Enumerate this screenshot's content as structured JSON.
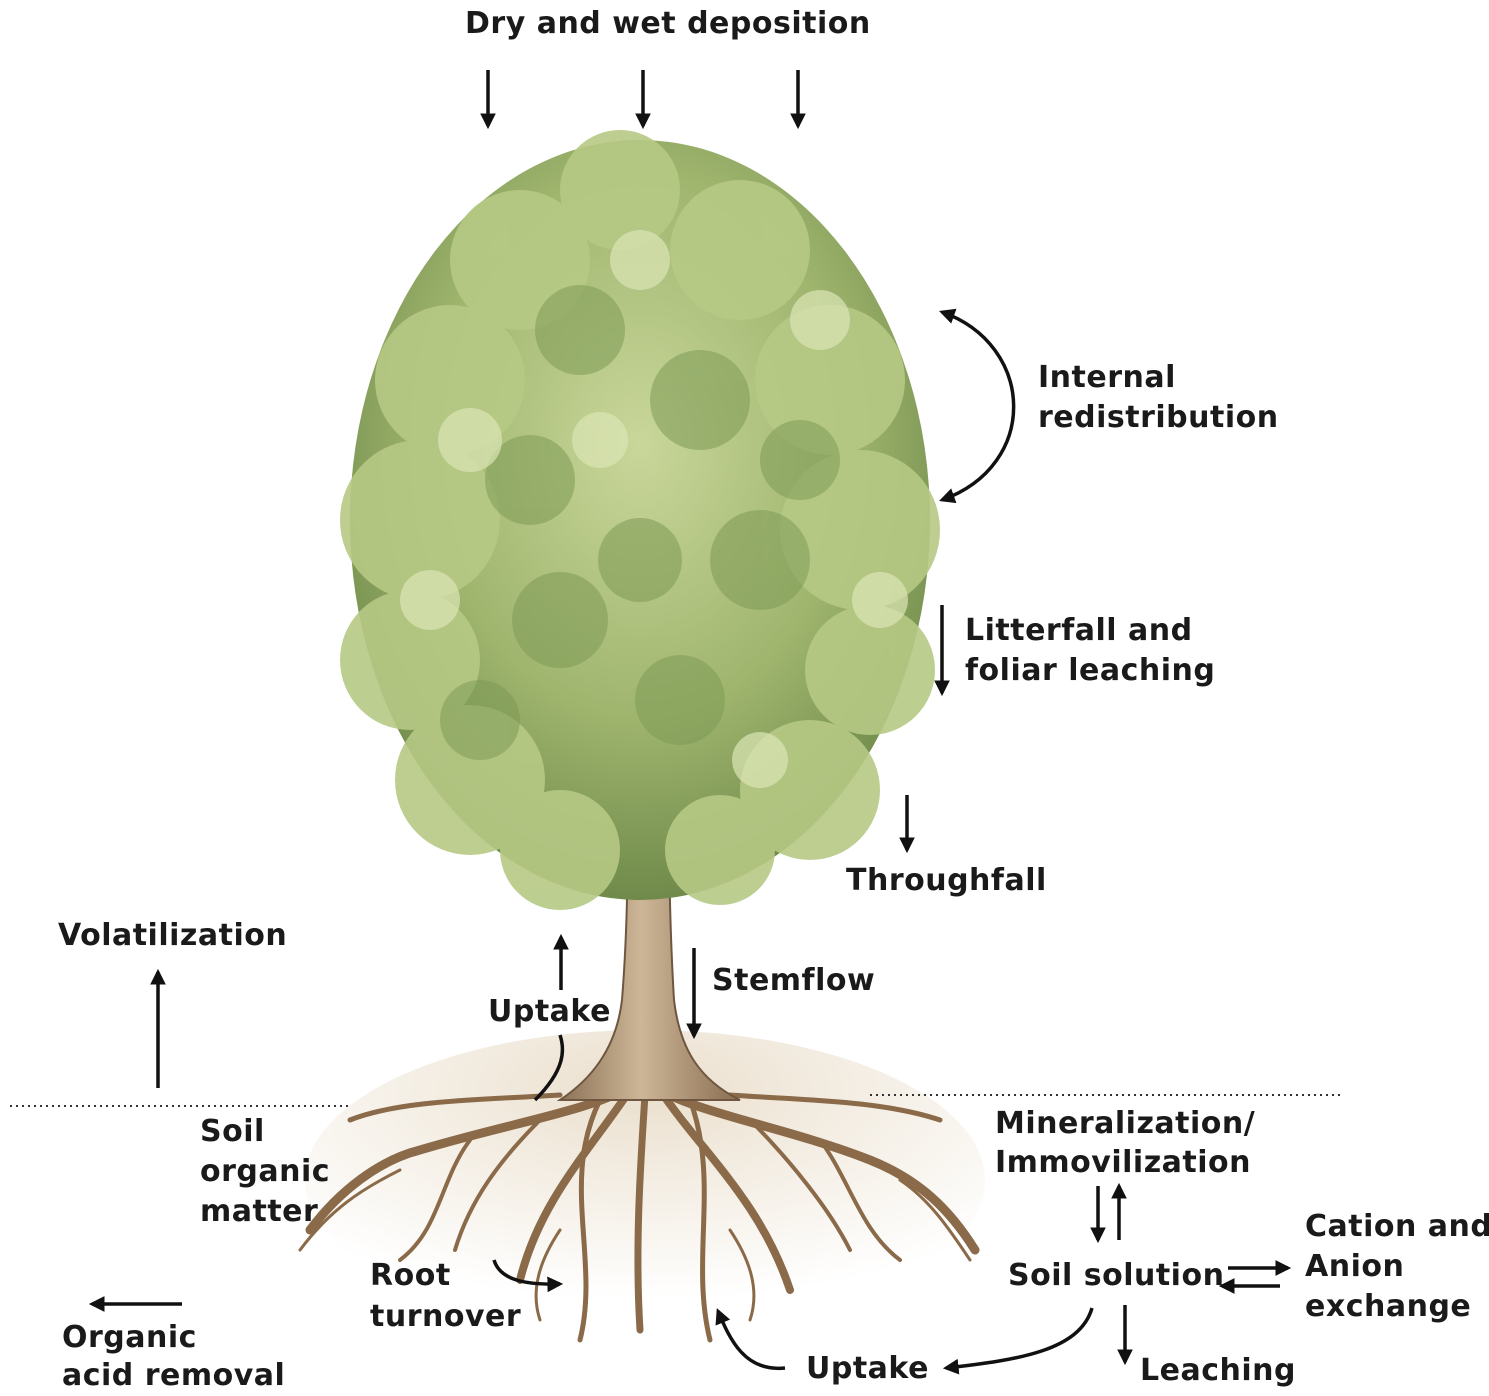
{
  "labels": {
    "deposition": "Dry and wet deposition",
    "internal_1": "Internal",
    "internal_2": "redistribution",
    "litterfall_1": "Litterfall and",
    "litterfall_2": "foliar leaching",
    "throughfall": "Throughfall",
    "stemflow": "Stemflow",
    "uptake_tree": "Uptake",
    "volatilization": "Volatilization",
    "soil_om_1": "Soil",
    "soil_om_2": "organic",
    "soil_om_3": "matter",
    "mineralization_1": "Mineralization/",
    "mineralization_2": "Immovilization",
    "soil_solution": "Soil solution",
    "exchange_1": "Cation and",
    "exchange_2": "Anion",
    "exchange_3": "exchange",
    "root_1": "Root",
    "root_2": "turnover",
    "organic_1": "Organic",
    "organic_2": "acid removal",
    "uptake_soil": "Uptake",
    "leaching": "Leaching"
  },
  "colors": {
    "text": "#1a1a1a",
    "foliage_dark": "#6f8a4a",
    "foliage_light": "#c9d79a",
    "trunk": "#b49a78",
    "roots": "#8a6a48",
    "soil": "#e9dcc6"
  }
}
